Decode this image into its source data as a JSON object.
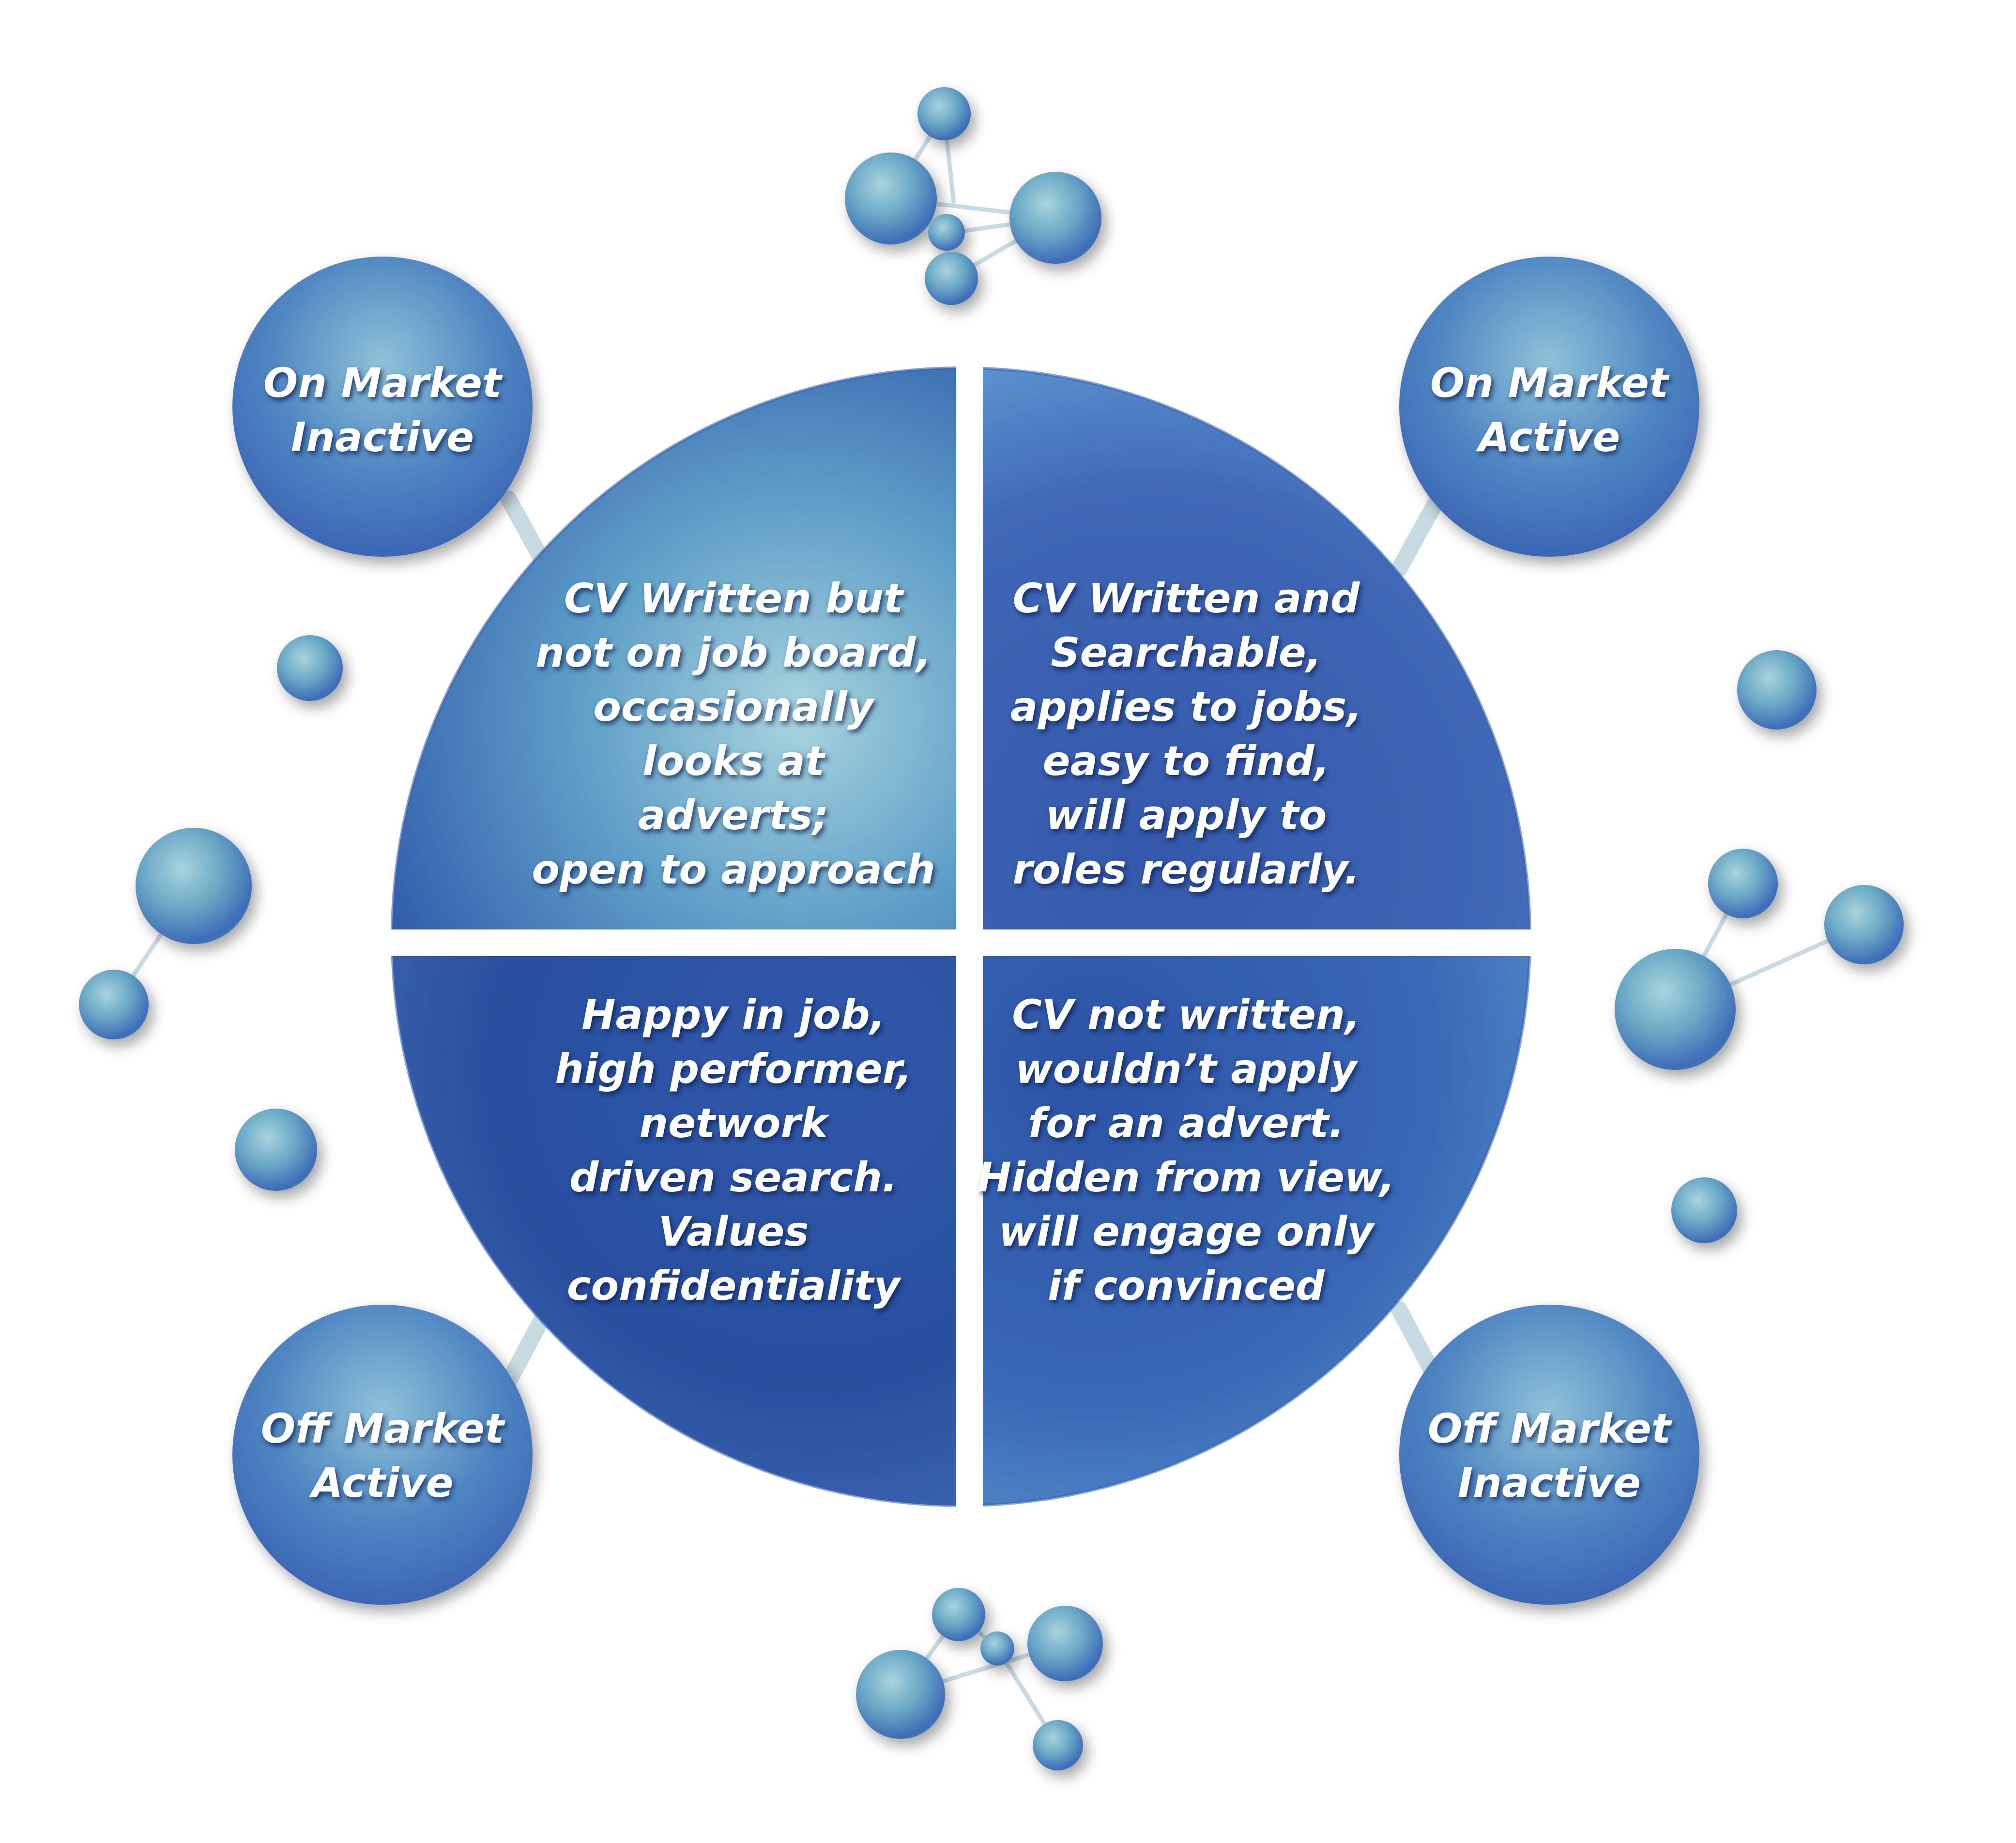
{
  "quadrants": {
    "top_left": "CV Written but\nnot on job board,\noccasionally\nlooks at\nadverts;\nopen to approach",
    "top_right": "CV Written and\nSearchable,\napplies to jobs,\neasy to find,\nwill apply to\nroles regularly.",
    "bottom_left": "Happy in job,\nhigh performer,\nnetwork\ndriven search.\nValues\nconfidentiality",
    "bottom_right": "CV not written,\nwouldn’t apply\nfor an advert.\nHidden from view,\nwill engage only\nif convinced"
  },
  "bubbles": {
    "top_left": "On Market\nInactive",
    "top_right": "On Market\nActive",
    "bottom_left": "Off Market\nActive",
    "bottom_right": "Off Market\nInactive"
  },
  "colors": {
    "quadrant_dark": "#2b53a6",
    "quadrant_light": "#8fc6d6",
    "bubble_teal": "#4aa3b8",
    "bubble_blue": "#3a62b3",
    "connector": "#c8dbe2"
  }
}
